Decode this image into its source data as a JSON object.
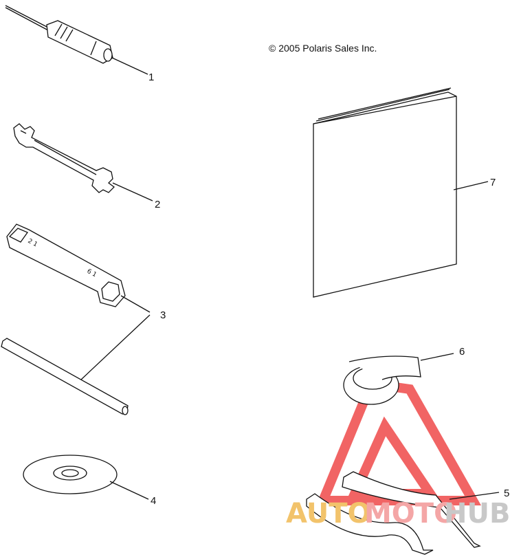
{
  "copyright": "© 2005 Polaris Sales Inc.",
  "callouts": [
    "1",
    "2",
    "3",
    "4",
    "5",
    "6",
    "7"
  ],
  "watermark": {
    "prefix": "AUTO",
    "middle": "MOTO",
    "suffix": "HUB",
    "colors": {
      "prefix": "#f2c36b",
      "middle": "#f4a6a6",
      "suffix": "#c8c8c8",
      "triangle": "#ef4a4a"
    }
  }
}
